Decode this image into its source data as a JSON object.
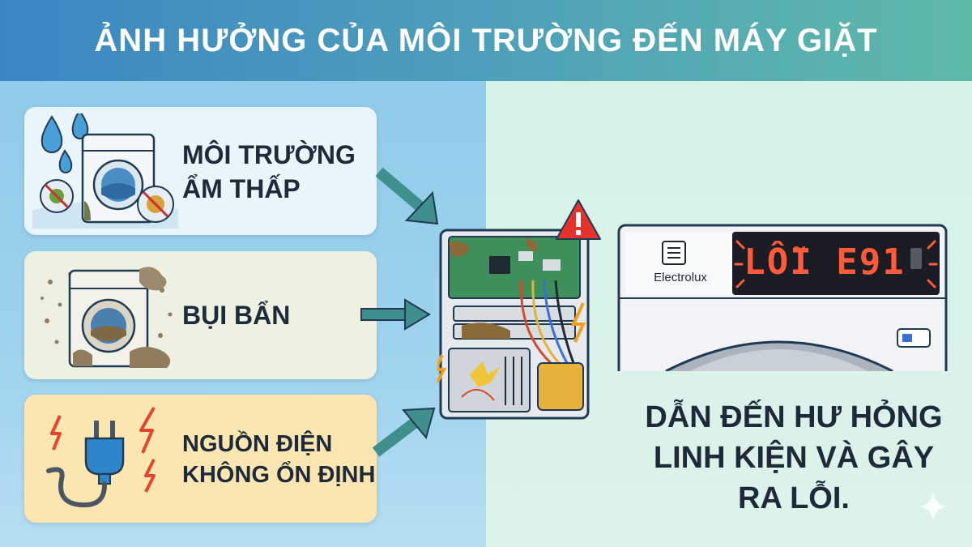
{
  "header": {
    "title": "ẢNH HƯỞNG CỦA MÔI TRƯỜNG ĐẾN MÁY GIẶT"
  },
  "causes": [
    {
      "line1": "MÔI TRƯỜNG",
      "line2": "ẨM THẤP",
      "icon": "humid-washer-icon"
    },
    {
      "line1": "BỤI BẨN",
      "line2": "",
      "icon": "dusty-washer-icon"
    },
    {
      "line1": "NGUỒN ĐIỆN",
      "line2": "KHÔNG ỔN ĐỊNH",
      "icon": "plug-icon"
    }
  ],
  "machine": {
    "brand": "Electrolux",
    "error_text": "LỖI E91"
  },
  "result": {
    "line1": "DẪN ĐẾN HƯ HỎNG",
    "line2": "LINH KIỆN VÀ GÂY",
    "line3": "RA LỖI."
  },
  "colors": {
    "arrow": "#3f8f8c",
    "warning": "#e5322d",
    "error_red": "#ff5a3a",
    "display_bg": "#1c1d24"
  }
}
